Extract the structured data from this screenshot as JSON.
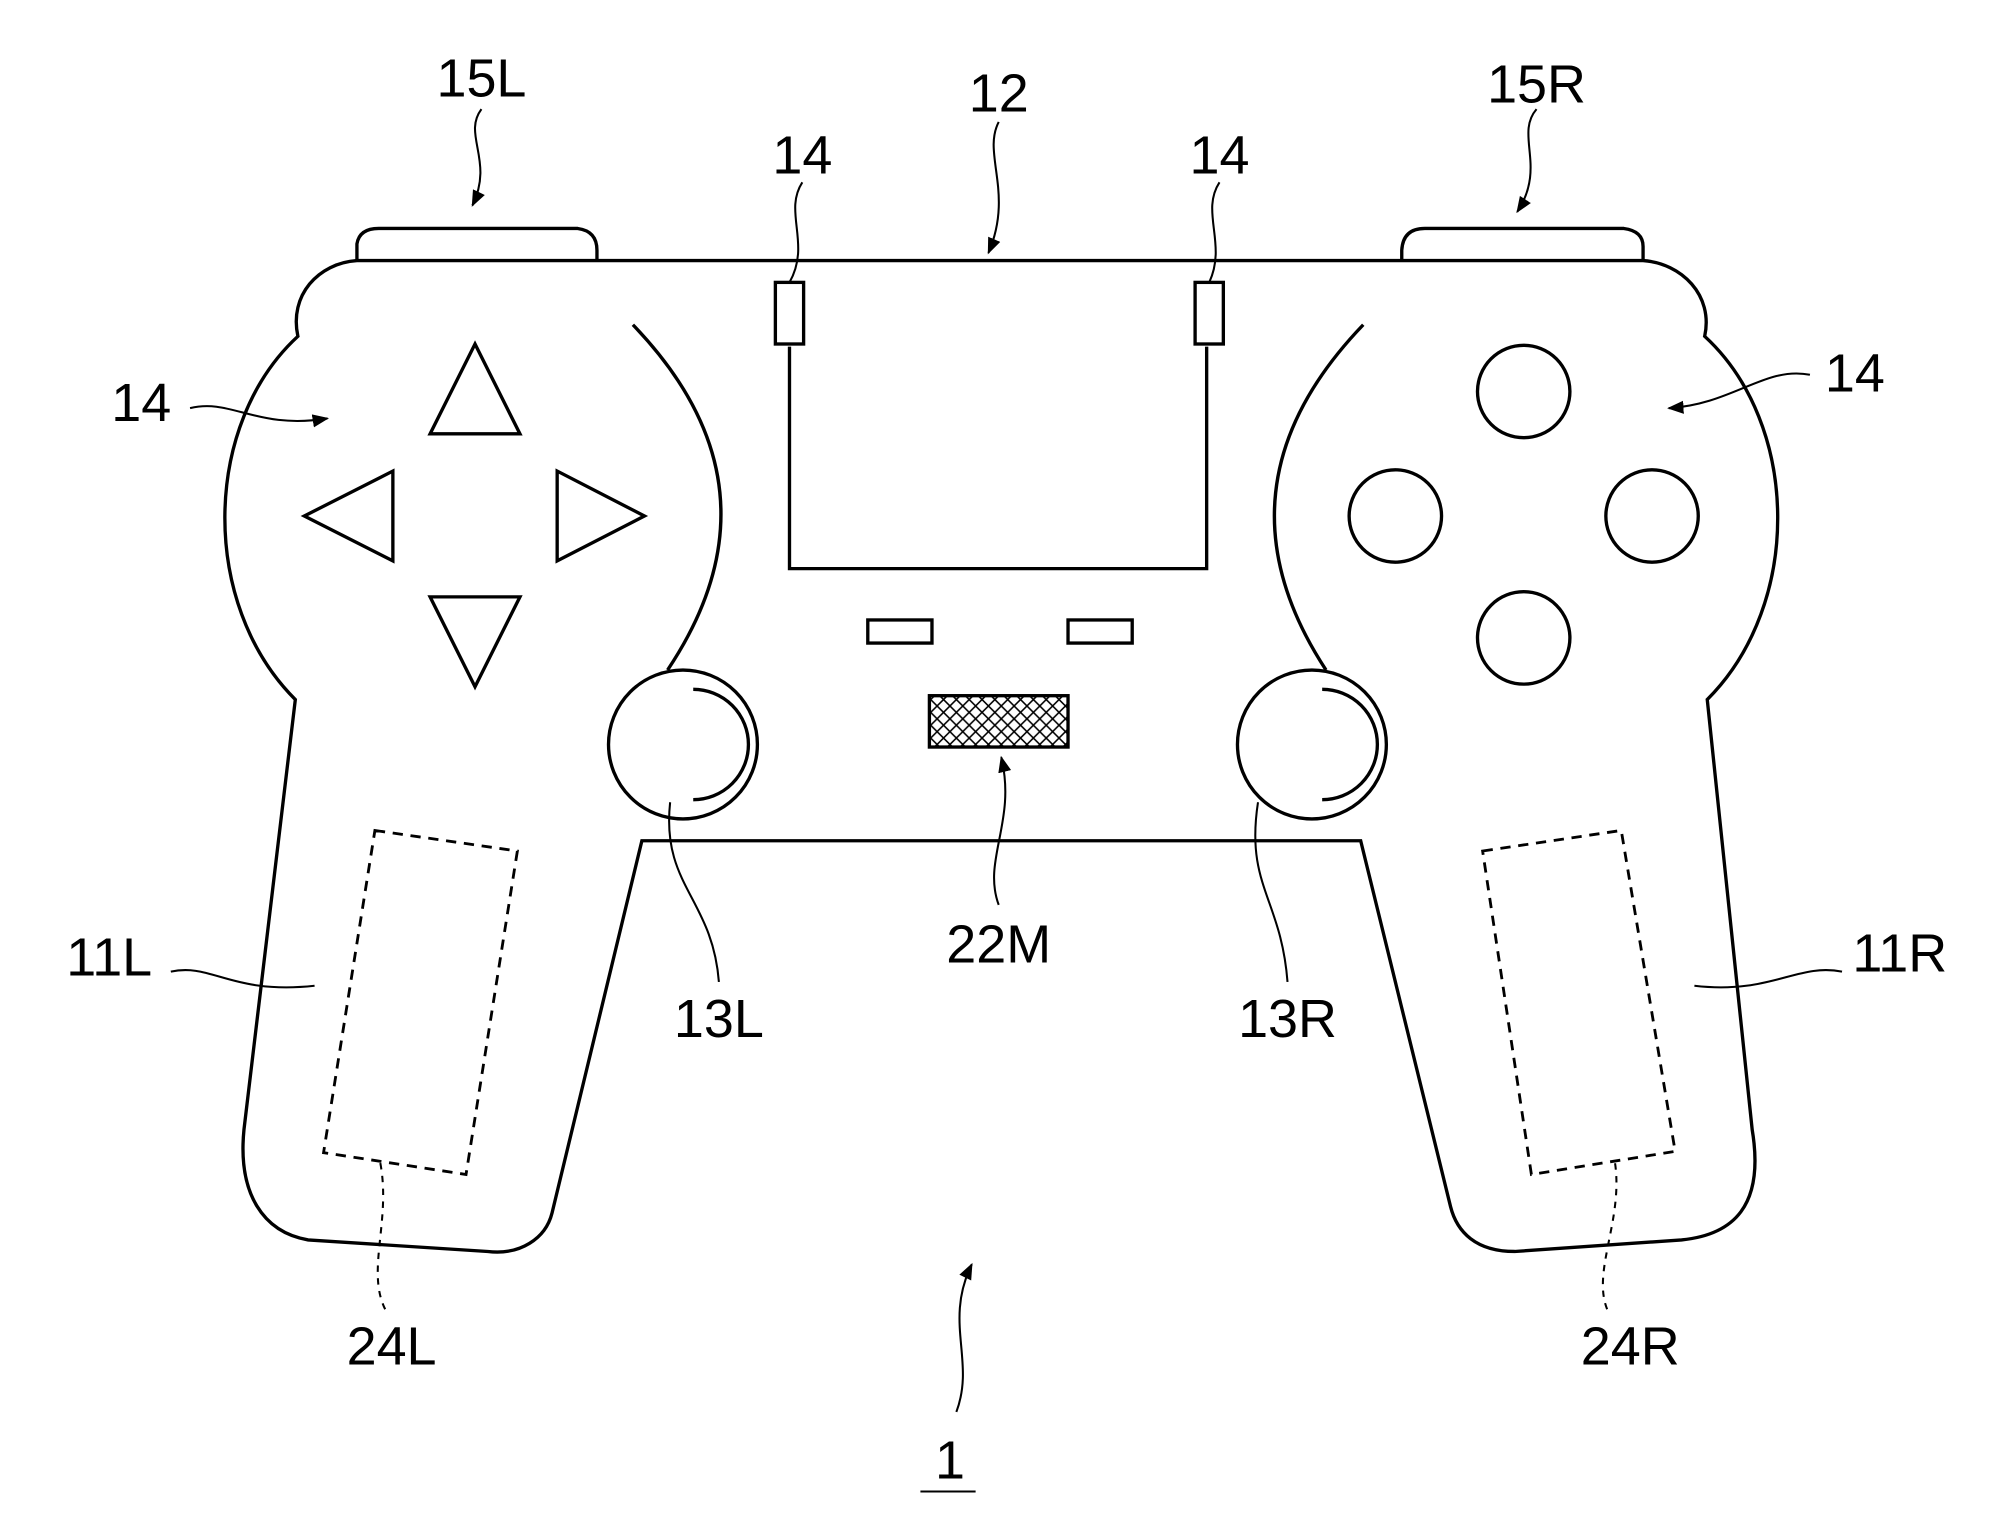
{
  "labels": {
    "l15L": "15L",
    "l12": "12",
    "l14a": "14",
    "l14b": "14",
    "l15R": "15R",
    "l14left": "14",
    "l14right": "14",
    "l11L": "11L",
    "l11R": "11R",
    "l13L": "13L",
    "l22M": "22M",
    "l13R": "13R",
    "l24L": "24L",
    "l24R": "24R",
    "l1": "1"
  }
}
